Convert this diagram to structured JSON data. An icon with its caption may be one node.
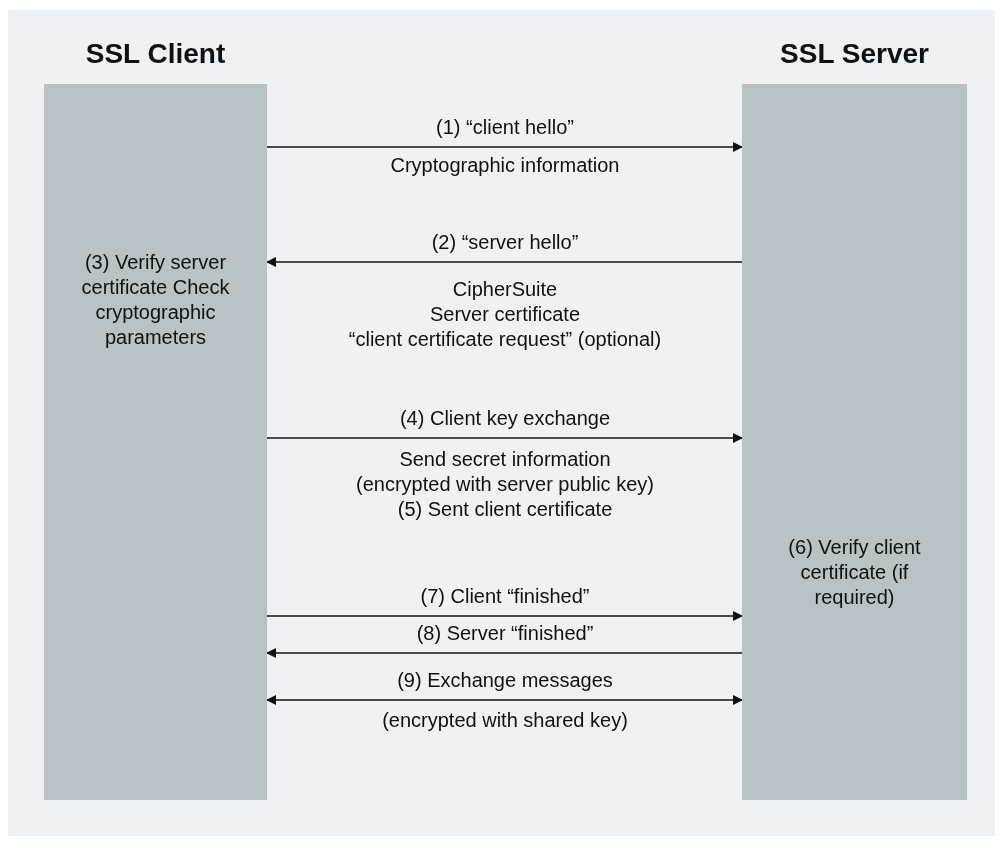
{
  "diagram": {
    "nodes": [
      {
        "text": [
          "SSL Client",
          "(3) Verify server certificate Check cryptographic parameters"
        ]
      },
      {
        "text": [
          "SSL Server",
          "(6) Verify client certificate (if required)"
        ]
      }
    ],
    "edges": [
      {
        "from": 0,
        "to": 1,
        "arrow": "to",
        "label": "(1) “client hello”"
      },
      {
        "from": 1,
        "to": 0,
        "arrow": "to",
        "label": "(2) “server hello”"
      },
      {
        "from": 0,
        "to": 1,
        "arrow": "to",
        "label": "(4) Client key exchange"
      },
      {
        "from": 0,
        "to": 1,
        "arrow": "to",
        "label": "(7) Client “finished”"
      },
      {
        "from": 1,
        "to": 0,
        "arrow": "to",
        "label": "(8) Server “finished”"
      },
      {
        "from": 0,
        "to": 1,
        "arrow": "both",
        "label": "(9) Exchange messages"
      }
    ],
    "labels": [
      "Cryptographic information",
      "CipherSuite",
      "Server certificate",
      "“client certificate request” (optional)",
      "Send secret information",
      "(encrypted with server public key)",
      "(5) Sent client certificate",
      "(encrypted with shared key)"
    ]
  }
}
